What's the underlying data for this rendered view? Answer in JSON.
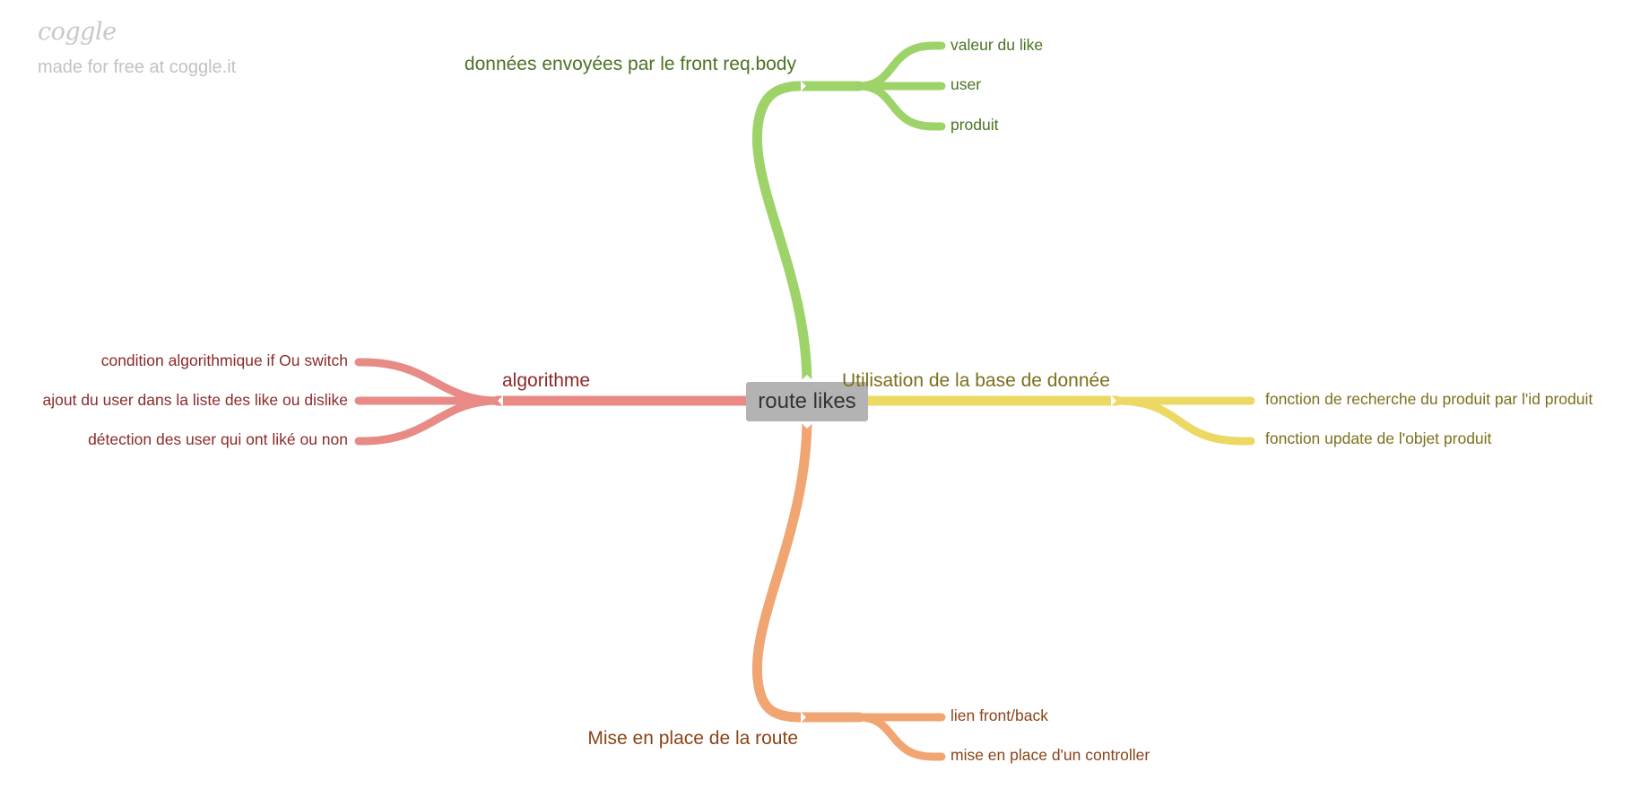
{
  "brand": {
    "logo": "coggle",
    "tagline": "made for free at coggle.it"
  },
  "colors": {
    "green": "#9ed36a",
    "red": "#e88a86",
    "yellow": "#ecd964",
    "orange": "#f0a572",
    "center": "#b3b3b3"
  },
  "mindmap": {
    "root": "route likes",
    "branches": [
      {
        "label": "données envoyées par le front req.body",
        "color": "green",
        "children": [
          "valeur du like",
          "user",
          "produit"
        ]
      },
      {
        "label": "algorithme",
        "color": "red",
        "children": [
          "condition algorithmique if Ou switch",
          "ajout du user dans la liste des like ou dislike",
          "détection des user qui ont liké ou non"
        ]
      },
      {
        "label": "Utilisation de la base de donnée",
        "color": "yellow",
        "children": [
          "fonction de recherche du produit par l'id produit",
          "fonction update de l'objet produit"
        ]
      },
      {
        "label": "Mise en place de la route",
        "color": "orange",
        "children": [
          "lien front/back",
          "mise en place d'un controller"
        ]
      }
    ]
  }
}
